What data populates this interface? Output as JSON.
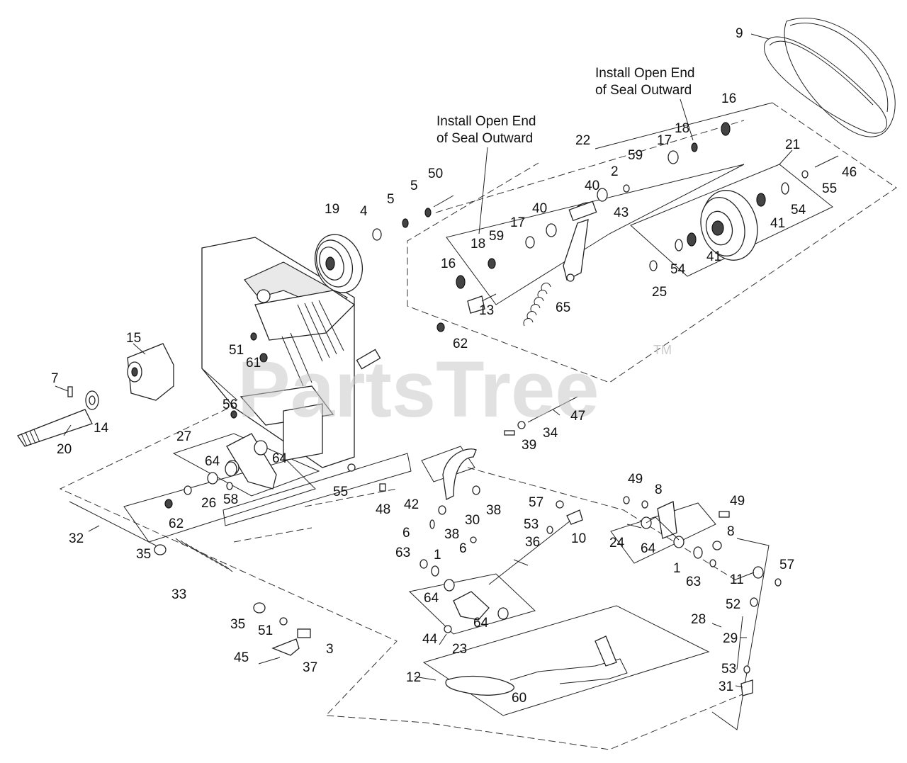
{
  "watermark": {
    "text": "PartsTree",
    "trademark": "TM"
  },
  "notes": [
    {
      "id": "note-upper",
      "line1": "Install Open End",
      "line2": "of Seal Outward"
    },
    {
      "id": "note-lower",
      "line1": "Install Open End",
      "line2": "of Seal Outward"
    }
  ],
  "callouts": [
    "1",
    "1",
    "2",
    "3",
    "4",
    "5",
    "5",
    "6",
    "6",
    "7",
    "8",
    "8",
    "9",
    "10",
    "11",
    "12",
    "13",
    "14",
    "15",
    "16",
    "16",
    "17",
    "17",
    "18",
    "18",
    "19",
    "20",
    "21",
    "22",
    "23",
    "24",
    "25",
    "26",
    "27",
    "28",
    "29",
    "30",
    "31",
    "32",
    "33",
    "34",
    "35",
    "35",
    "36",
    "37",
    "38",
    "38",
    "39",
    "40",
    "40",
    "41",
    "41",
    "42",
    "43",
    "44",
    "45",
    "46",
    "47",
    "48",
    "49",
    "49",
    "50",
    "51",
    "51",
    "52",
    "53",
    "53",
    "54",
    "54",
    "55",
    "55",
    "56",
    "57",
    "57",
    "58",
    "59",
    "59",
    "60",
    "61",
    "62",
    "62",
    "63",
    "63",
    "64",
    "64",
    "64",
    "64",
    "64",
    "65"
  ]
}
